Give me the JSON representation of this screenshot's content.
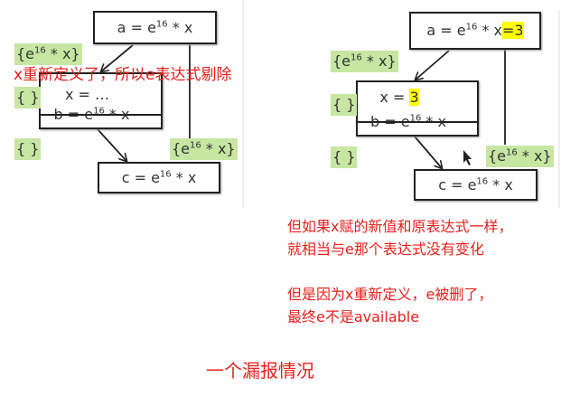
{
  "left_panel": {
    "block_a": {
      "lhs": "a",
      "op": "=",
      "base": "e",
      "exp": "16",
      "rest": "* x"
    },
    "block_b": {
      "line1": "x  =  …",
      "line2_lhs": "b",
      "line2_base": "e",
      "line2_exp": "16",
      "line2_rest": "* x"
    },
    "block_c": {
      "lhs": "c",
      "op": "=",
      "base": "e",
      "exp": "16",
      "rest": "* x"
    },
    "label_top": {
      "open": "{e",
      "exp": "16",
      "close": " * x}"
    },
    "label_mid": "{ }",
    "label_bottom": "{ }",
    "label_right": {
      "open": "{e",
      "exp": "16",
      "close": " * x}"
    },
    "annotation": "x重新定义了，所以e表达式剔除"
  },
  "right_panel": {
    "block_a": {
      "lhs": "a",
      "op": "=",
      "base": "e",
      "exp": "16",
      "rest": "* x",
      "highlight": "=3"
    },
    "block_b": {
      "line1_lhs": "x  =",
      "line1_value": "3",
      "line2_lhs": "b",
      "line2_base": "e",
      "line2_exp": "16",
      "line2_rest": "* x"
    },
    "block_c": {
      "lhs": "c",
      "op": "=",
      "base": "e",
      "exp": "16",
      "rest": "* x"
    },
    "label_top": {
      "open": "{e",
      "exp": "16",
      "close": " * x}"
    },
    "label_mid": "{ }",
    "label_bottom": "{ }",
    "label_right": {
      "open": "{e",
      "exp": "16",
      "close": " * x}"
    }
  },
  "notes": [
    "但如果x赋的新值和原表达式一样，",
    "就相当与e那个表达式没有变化",
    "但是因为x重新定义，e被删了，",
    "最终e不是available"
  ],
  "caption": "一个漏报情况",
  "colors": {
    "annotation": "#e8201c",
    "fact_label": "#c6e6a2",
    "highlight": "#ffff00"
  }
}
